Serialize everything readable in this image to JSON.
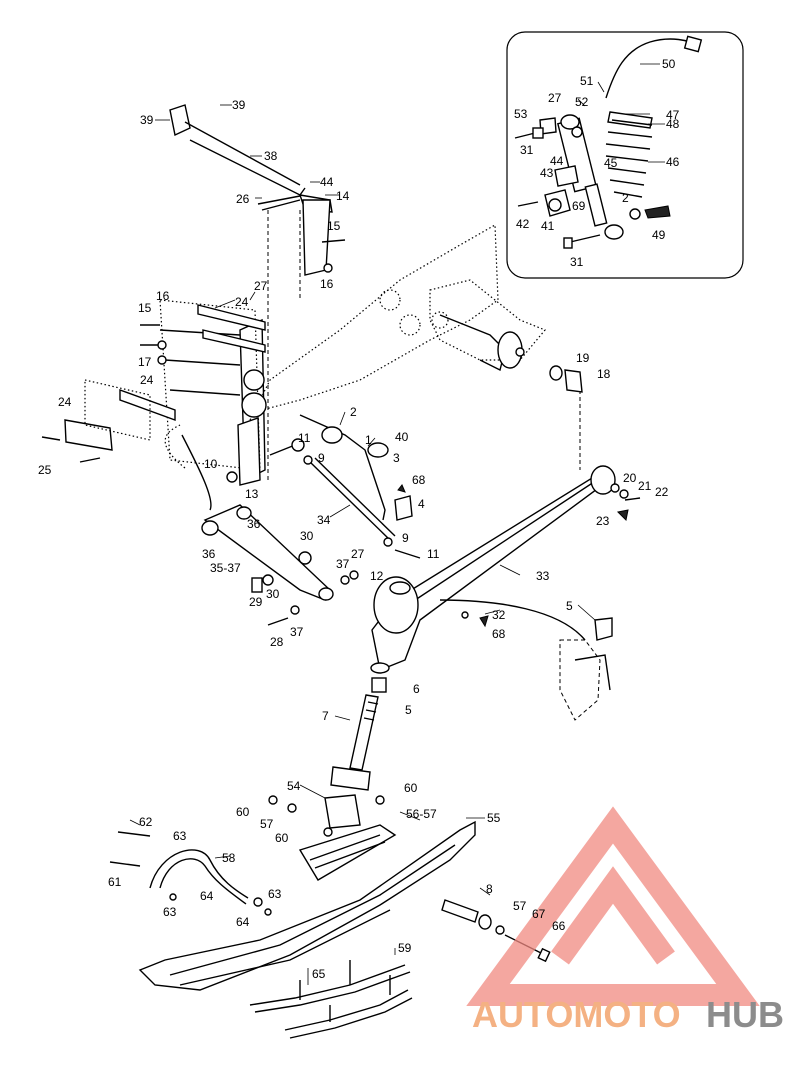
{
  "labels": [
    {
      "text": "50"
    },
    {
      "text": "51"
    },
    {
      "text": "27"
    },
    {
      "text": "52"
    },
    {
      "text": "53"
    },
    {
      "text": "47"
    },
    {
      "text": "48"
    },
    {
      "text": "31"
    },
    {
      "text": "45"
    },
    {
      "text": "46"
    },
    {
      "text": "44"
    },
    {
      "text": "43"
    },
    {
      "text": "69"
    },
    {
      "text": "2"
    },
    {
      "text": "42"
    },
    {
      "text": "41"
    },
    {
      "text": "49"
    },
    {
      "text": "31"
    },
    {
      "text": "39"
    },
    {
      "text": "39"
    },
    {
      "text": "38"
    },
    {
      "text": "44"
    },
    {
      "text": "26"
    },
    {
      "text": "14"
    },
    {
      "text": "15"
    },
    {
      "text": "16"
    },
    {
      "text": "27"
    },
    {
      "text": "24"
    },
    {
      "text": "16"
    },
    {
      "text": "15"
    },
    {
      "text": "17"
    },
    {
      "text": "24"
    },
    {
      "text": "24"
    },
    {
      "text": "25"
    },
    {
      "text": "19"
    },
    {
      "text": "18"
    },
    {
      "text": "2"
    },
    {
      "text": "1"
    },
    {
      "text": "40"
    },
    {
      "text": "3"
    },
    {
      "text": "11"
    },
    {
      "text": "9"
    },
    {
      "text": "10"
    },
    {
      "text": "13"
    },
    {
      "text": "68"
    },
    {
      "text": "4"
    },
    {
      "text": "34"
    },
    {
      "text": "36"
    },
    {
      "text": "36"
    },
    {
      "text": "9"
    },
    {
      "text": "11"
    },
    {
      "text": "30"
    },
    {
      "text": "35-37"
    },
    {
      "text": "37"
    },
    {
      "text": "27"
    },
    {
      "text": "12"
    },
    {
      "text": "33"
    },
    {
      "text": "20"
    },
    {
      "text": "21"
    },
    {
      "text": "22"
    },
    {
      "text": "23"
    },
    {
      "text": "29"
    },
    {
      "text": "30"
    },
    {
      "text": "28"
    },
    {
      "text": "37"
    },
    {
      "text": "5"
    },
    {
      "text": "32"
    },
    {
      "text": "68"
    },
    {
      "text": "6"
    },
    {
      "text": "5"
    },
    {
      "text": "7"
    },
    {
      "text": "54"
    },
    {
      "text": "60"
    },
    {
      "text": "60"
    },
    {
      "text": "57"
    },
    {
      "text": "56-57"
    },
    {
      "text": "55"
    },
    {
      "text": "60"
    },
    {
      "text": "62"
    },
    {
      "text": "63"
    },
    {
      "text": "58"
    },
    {
      "text": "61"
    },
    {
      "text": "63"
    },
    {
      "text": "64"
    },
    {
      "text": "63"
    },
    {
      "text": "64"
    },
    {
      "text": "8"
    },
    {
      "text": "57"
    },
    {
      "text": "67"
    },
    {
      "text": "66"
    },
    {
      "text": "59"
    },
    {
      "text": "65"
    }
  ],
  "watermark": {
    "brand_part1": "AUTOMOTO",
    "brand_part2": "HUB",
    "color_part1": "#f4b183",
    "color_part2": "#8c8c8c",
    "logo_color": "#f08a80"
  }
}
